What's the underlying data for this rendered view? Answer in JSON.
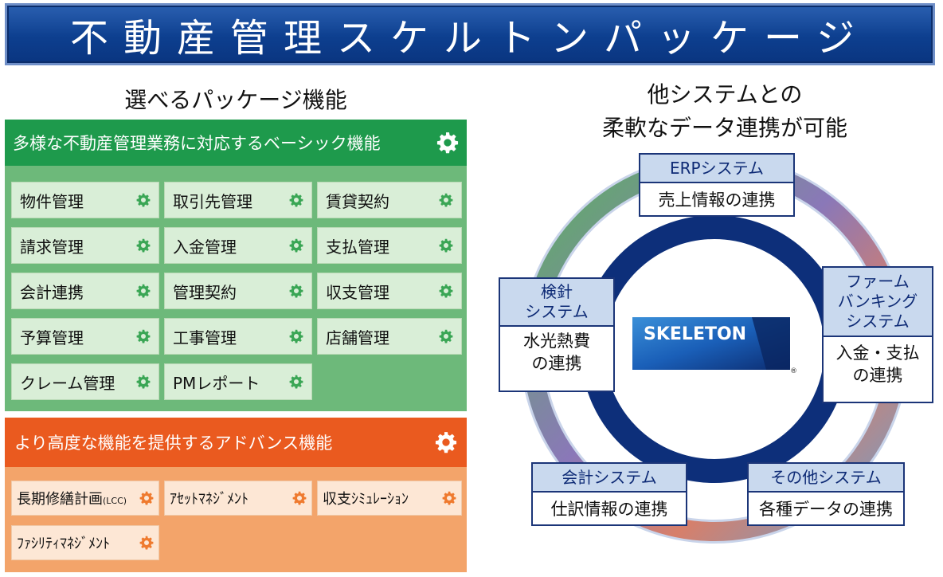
{
  "title": "不動産管理スケルトンパッケージ",
  "left_heading": "選べるパッケージ機能",
  "right_heading": [
    "他システムとの",
    "柔軟なデータ連携が可能"
  ],
  "basic": {
    "header": "多様な不動産管理業務に対応するベーシック機能",
    "items": [
      "物件管理",
      "取引先管理",
      "賃貸契約",
      "請求管理",
      "入金管理",
      "支払管理",
      "会計連携",
      "管理契約",
      "収支管理",
      "予算管理",
      "工事管理",
      "店舗管理",
      "クレーム管理",
      "PMレポート"
    ]
  },
  "advanced": {
    "header": "より高度な機能を提供するアドバンス機能",
    "items": [
      "長期修繕計画",
      "(LCC)",
      "ｱｾｯﾄﾏﾈｼﾞﾒﾝﾄ",
      "収支ｼﾐｭﾚｰｼｮﾝ",
      "ﾌｧｼﾘﾃｨﾏﾈｼﾞﾒﾝﾄ"
    ]
  },
  "logo": {
    "text": "SKELETON",
    "mark": "®"
  },
  "systems": {
    "erp": {
      "title": "ERPシステム",
      "body": "売上情報の連携"
    },
    "meter": {
      "title": [
        "検針",
        "システム"
      ],
      "body": [
        "水光熱費",
        "の連携"
      ]
    },
    "banking": {
      "title": [
        "ファーム",
        "バンキング",
        "システム"
      ],
      "body": [
        "入金・支払",
        "の連携"
      ]
    },
    "accounting": {
      "title": "会計システム",
      "body": "仕訳情報の連携"
    },
    "other": {
      "title": "その他システム",
      "body": "各種データの連携"
    }
  },
  "colors": {
    "banner": "#0d3f8f",
    "basic": "#1e9a4c",
    "advanced": "#ea5a1f",
    "ring": "#0d2f7a",
    "gear_green": "#3aa655",
    "gear_orange": "#ef7a2e"
  }
}
